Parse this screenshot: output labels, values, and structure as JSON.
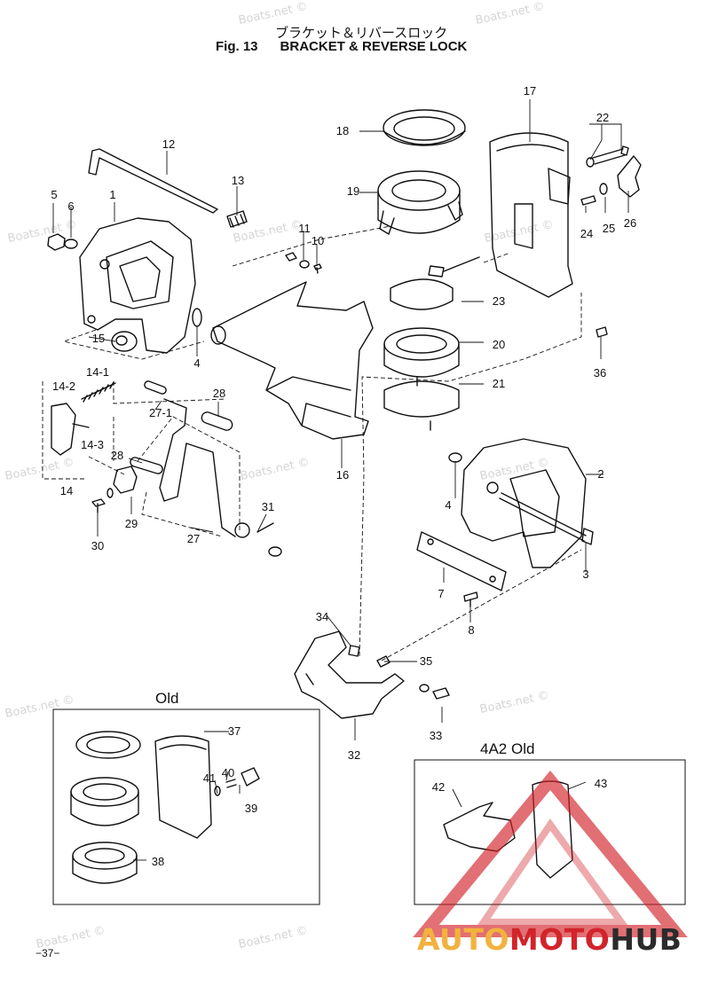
{
  "header": {
    "title_jp": "ブラケット＆リバースロック",
    "fig_label": "Fig. 13",
    "title_en": "BRACKET & REVERSE LOCK"
  },
  "callouts": [
    "1",
    "2",
    "3",
    "4",
    "4",
    "5",
    "6",
    "7",
    "8",
    "10",
    "11",
    "12",
    "13",
    "14",
    "14-1",
    "14-2",
    "14-3",
    "15",
    "16",
    "17",
    "18",
    "19",
    "20",
    "21",
    "22",
    "23",
    "24",
    "25",
    "26",
    "27",
    "27-1",
    "28",
    "28",
    "29",
    "30",
    "31",
    "32",
    "33",
    "34",
    "35",
    "36",
    "37",
    "38",
    "39",
    "40",
    "41",
    "42",
    "43"
  ],
  "insets": {
    "old_label": "Old",
    "a2_old_label": "4A2 Old"
  },
  "watermark": "Boats.net ©",
  "page_number": "−37−",
  "brand": {
    "part1": "AUTO",
    "part2": "MOTO",
    "part3": "HUB",
    "color1": "#f2b23e",
    "color2": "#d2232a",
    "color3": "#2b2b2b"
  }
}
